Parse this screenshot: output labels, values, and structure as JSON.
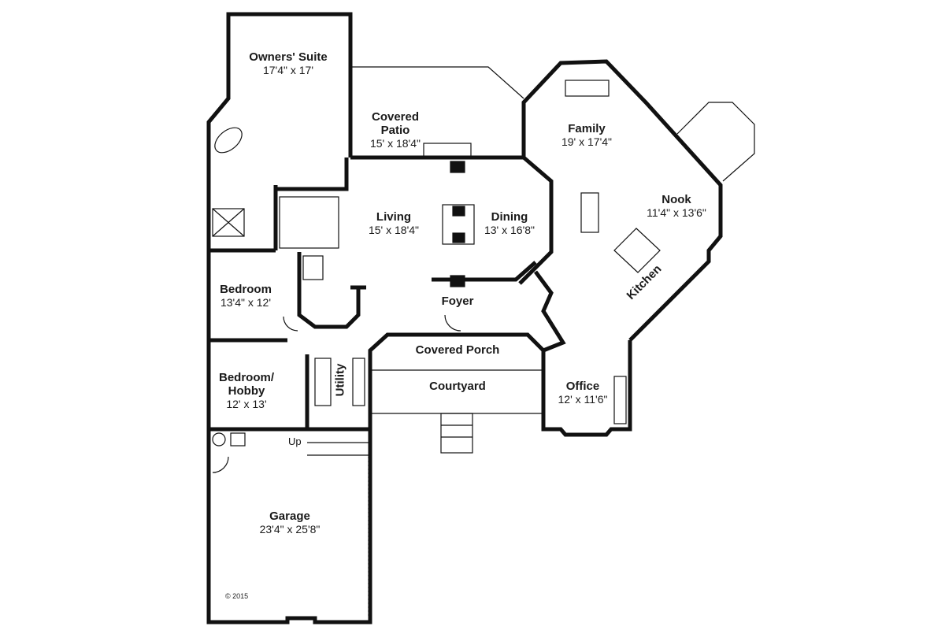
{
  "plan": {
    "rooms": [
      {
        "name": "Owners' Suite",
        "size": "17'4\" x 17'"
      },
      {
        "name": "Covered Patio",
        "size": "15' x 18'4\""
      },
      {
        "name": "Family",
        "size": "19' x 17'4\""
      },
      {
        "name": "Nook",
        "size": "11'4\" x 13'6\""
      },
      {
        "name": "Living",
        "size": "15' x 18'4\""
      },
      {
        "name": "Dining",
        "size": "13' x 16'8\""
      },
      {
        "name": "Bedroom",
        "size": "13'4\" x 12'"
      },
      {
        "name": "Bedroom/ Hobby",
        "size": "12' x 13'"
      },
      {
        "name": "Office",
        "size": "12' x 11'6\""
      },
      {
        "name": "Garage",
        "size": "23'4\" x 25'8\""
      }
    ],
    "labels": {
      "foyer": "Foyer",
      "covered_porch": "Covered Porch",
      "courtyard": "Courtyard",
      "utility": "Utility",
      "kitchen": "Kitchen",
      "up": "Up"
    },
    "copyright": "© 2015"
  }
}
